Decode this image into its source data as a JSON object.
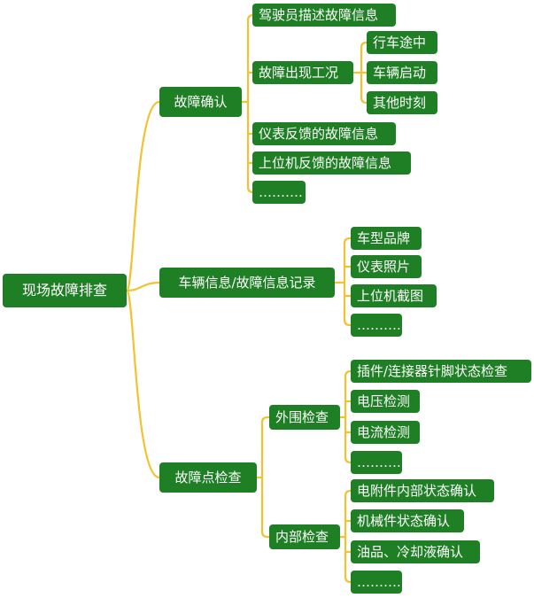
{
  "mindmap": {
    "root": "现场故障排查",
    "branches": [
      {
        "label": "故障确认",
        "children": [
          {
            "label": "驾驶员描述故障信息"
          },
          {
            "label": "故障出现工况",
            "children": [
              "行车途中",
              "车辆启动",
              "其他时刻"
            ]
          },
          {
            "label": "仪表反馈的故障信息"
          },
          {
            "label": "上位机反馈的故障信息"
          },
          {
            "label": "………."
          }
        ]
      },
      {
        "label": "车辆信息/故障信息记录",
        "children": [
          {
            "label": "车型品牌"
          },
          {
            "label": "仪表照片"
          },
          {
            "label": "上位机截图"
          },
          {
            "label": "………."
          }
        ]
      },
      {
        "label": "故障点检查",
        "children": [
          {
            "label": "外围检查",
            "children": [
              "插件/连接器针脚状态检查",
              "电压检测",
              "电流检测",
              "………."
            ]
          },
          {
            "label": "内部检查",
            "children": [
              "电附件内部状态确认",
              "机械件状态确认",
              "油品、冷却液确认",
              "………."
            ]
          }
        ]
      }
    ],
    "colors": {
      "node": "#1f7f24",
      "text": "#ffffff",
      "connector": "#f2c232"
    }
  }
}
